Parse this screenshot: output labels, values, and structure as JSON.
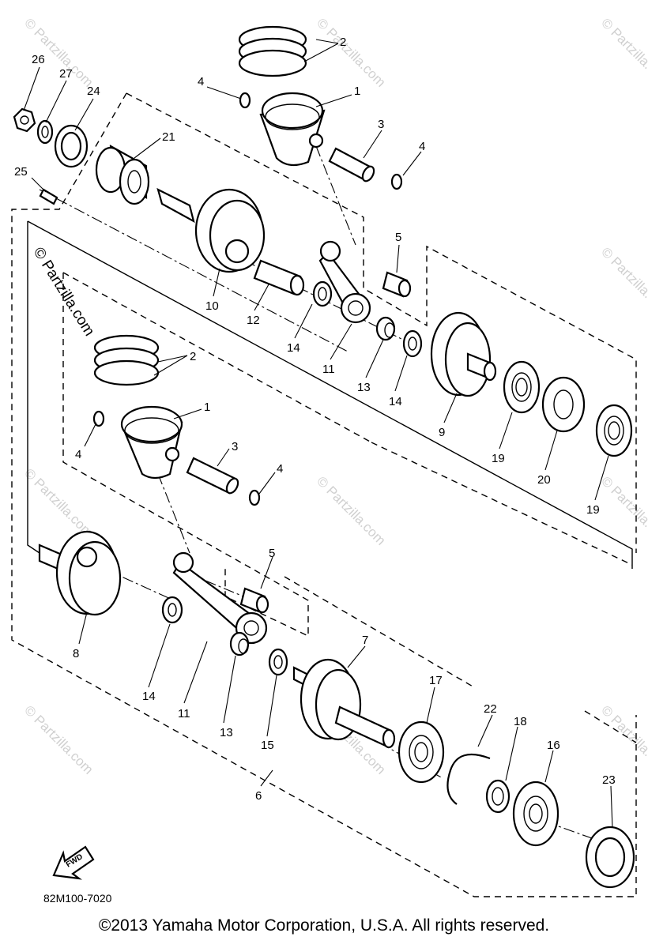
{
  "watermark": "© Partzilla.com",
  "diagram_code": "82M100-7020",
  "fwd_label": "FWD",
  "copyright": "©2013 Yamaha Motor Corporation, U.S.A. All rights reserved.",
  "callouts": {
    "c26": "26",
    "c27": "27",
    "c24": "24",
    "c21": "21",
    "c25": "25",
    "c2_top": "2",
    "c4_top_left": "4",
    "c1_top": "1",
    "c3_top": "3",
    "c4_top_right": "4",
    "c10": "10",
    "c12": "12",
    "c14_mid": "14",
    "c11_top": "11",
    "c5_top": "5",
    "c13_top": "13",
    "c14_right": "14",
    "c9": "9",
    "c19_left": "19",
    "c20": "20",
    "c19_right": "19",
    "c2_mid": "2",
    "c1_mid": "1",
    "c4_mid_left": "4",
    "c3_mid": "3",
    "c4_mid_right": "4",
    "c5_low": "5",
    "c8": "8",
    "c14_low": "14",
    "c11_low": "11",
    "c13_low": "13",
    "c15": "15",
    "c7": "7",
    "c17": "17",
    "c22": "22",
    "c18": "18",
    "c16": "16",
    "c23": "23",
    "c6": "6"
  }
}
